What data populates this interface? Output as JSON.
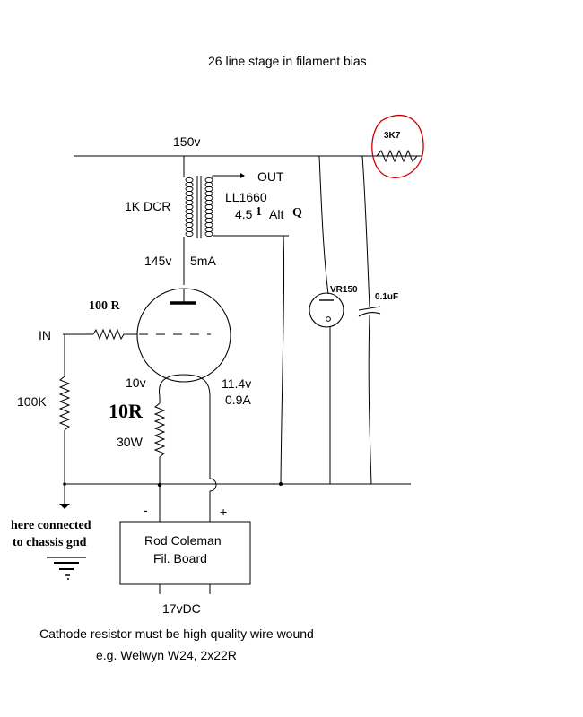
{
  "title": "26 line stage in filament bias",
  "labels": {
    "b_plus": "150v",
    "out": "OUT",
    "choke_dcr": "1K DCR",
    "transformer_model": "LL1660",
    "transformer_ratio": "4.5",
    "transformer_ratio_sup": "1",
    "transformer_alt": "Alt",
    "transformer_q": "Q",
    "plate_voltage": "145v",
    "plate_current": "5mA",
    "grid_stopper": "100 R",
    "input": "IN",
    "grid_leak": "100K",
    "cathode_voltage": "10v",
    "cathode_resistor": "10R",
    "cathode_resistor_power": "30W",
    "filament_voltage": "11.4v",
    "filament_current": "0.9A",
    "regulator": "VR150",
    "capacitor": "0.1uF",
    "dropping_resistor": "3K7",
    "minus": "-",
    "plus": "+",
    "board_line1": "Rod Coleman",
    "board_line2": "Fil. Board",
    "supply": "17vDC",
    "chassis_note_line1": "here connected",
    "chassis_note_line2": "to chassis gnd",
    "note_line1": "Cathode resistor must be high quality wire wound",
    "note_line2": "e.g. Welwyn W24, 2x22R"
  },
  "colors": {
    "ink": "#000000",
    "highlight": "#cc0000"
  }
}
